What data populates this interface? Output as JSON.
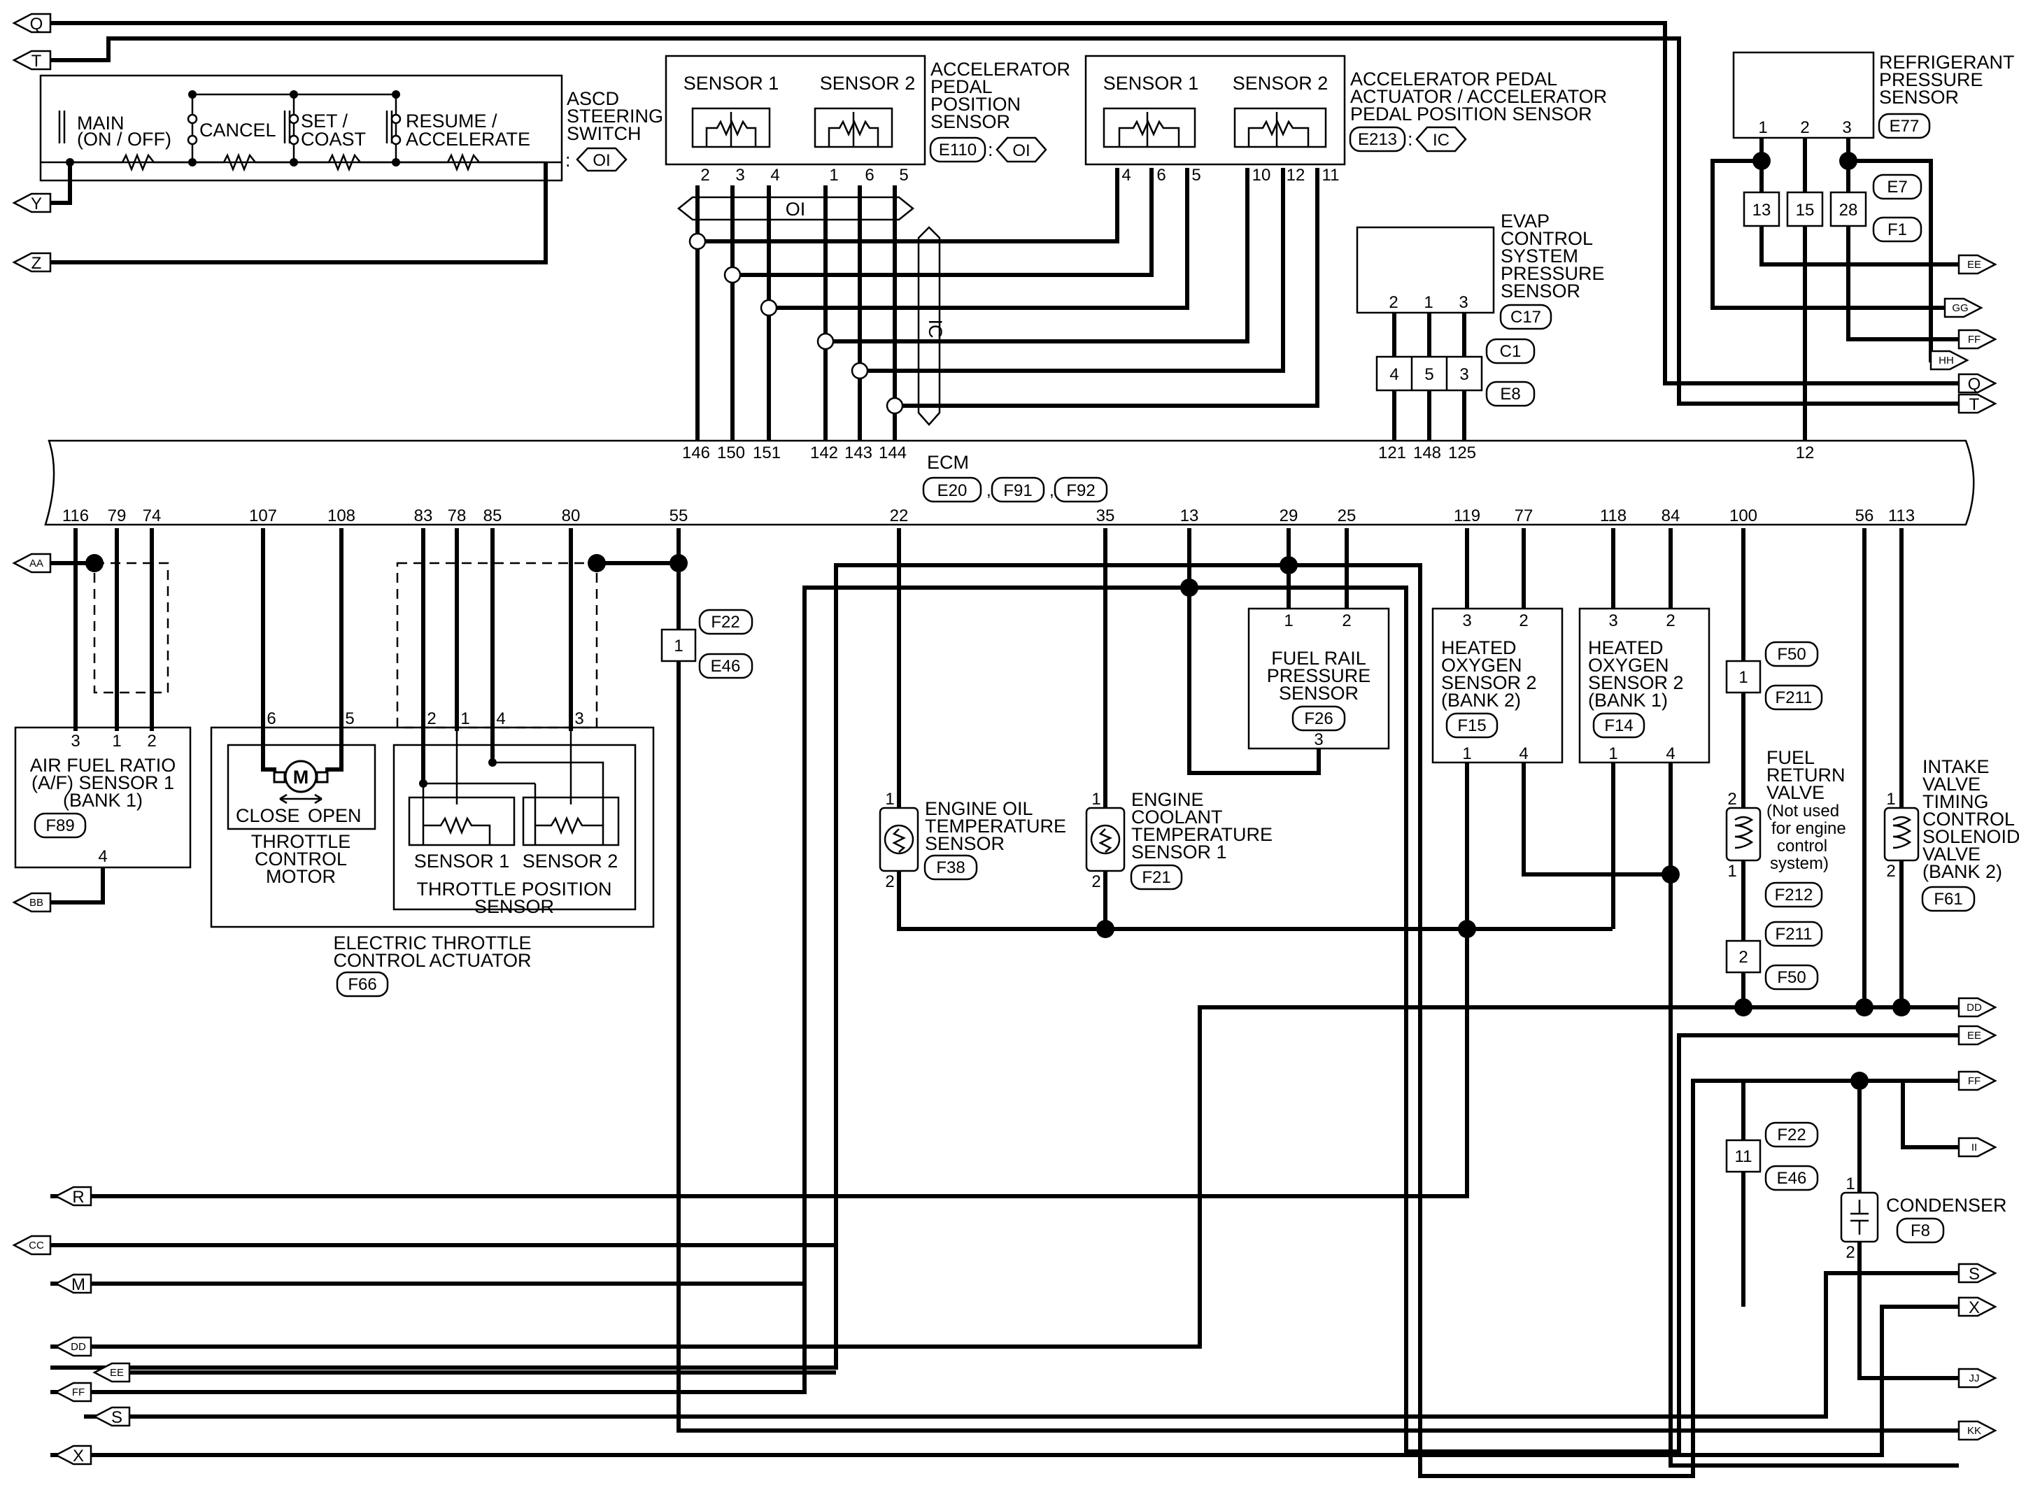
{
  "ecm": {
    "title": "ECM",
    "connectors": [
      "E20",
      "F91",
      "F92"
    ]
  },
  "ecm_top_pins": {
    "p146": "146",
    "p150": "150",
    "p151": "151",
    "p142": "142",
    "p143": "143",
    "p144": "144",
    "p121": "121",
    "p148": "148",
    "p125": "125",
    "p12": "12"
  },
  "ecm_bottom_pins": {
    "p116": "116",
    "p79": "79",
    "p74": "74",
    "p107": "107",
    "p108": "108",
    "p83": "83",
    "p78": "78",
    "p85": "85",
    "p80": "80",
    "p55": "55",
    "p22": "22",
    "p35": "35",
    "p13": "13",
    "p29": "29",
    "p25": "25",
    "p119": "119",
    "p77": "77",
    "p118": "118",
    "p84": "84",
    "p100": "100",
    "p56": "56",
    "p113": "113"
  },
  "ascd": {
    "title": [
      "ASCD",
      "STEERING",
      "SWITCH"
    ],
    "connector": "OI",
    "main": [
      "MAIN",
      "(ON / OFF)"
    ],
    "cancel": "CANCEL",
    "set": [
      "SET /",
      "COAST"
    ],
    "resume": [
      "RESUME /",
      "ACCELERATE"
    ]
  },
  "apps": {
    "title": [
      "ACCELERATOR",
      "PEDAL",
      "POSITION",
      "SENSOR"
    ],
    "connector": "E110",
    "connector2": "OI",
    "sensor1": "SENSOR 1",
    "sensor2": "SENSOR 2",
    "pins": [
      "2",
      "3",
      "4",
      "1",
      "6",
      "5"
    ]
  },
  "apa": {
    "title": [
      "ACCELERATOR PEDAL",
      "ACTUATOR / ACCELERATOR",
      "PEDAL POSITION SENSOR"
    ],
    "connector": "E213",
    "connector2": "IC",
    "sensor1": "SENSOR 1",
    "sensor2": "SENSOR 2",
    "pins": [
      "4",
      "6",
      "5",
      "10",
      "12",
      "11"
    ]
  },
  "oi_bar": "OI",
  "ic_bar": "IC",
  "evap": {
    "title": [
      "EVAP",
      "CONTROL",
      "SYSTEM",
      "PRESSURE",
      "SENSOR"
    ],
    "connector": "C17",
    "pins": [
      "2",
      "1",
      "3"
    ],
    "jc1": "C1",
    "jc2": "E8",
    "jpins": [
      "4",
      "5",
      "3"
    ]
  },
  "refrig": {
    "title": [
      "REFRIGERANT",
      "PRESSURE",
      "SENSOR"
    ],
    "connector": "E77",
    "pins": [
      "1",
      "2",
      "3"
    ],
    "jpins": [
      "13",
      "15",
      "28"
    ],
    "jc1": "E7",
    "jc2": "F1"
  },
  "af_sensor": {
    "title": [
      "AIR FUEL RATIO",
      "(A/F) SENSOR 1",
      "(BANK 1)"
    ],
    "connector": "F89",
    "pins": [
      "3",
      "1",
      "2",
      "4"
    ]
  },
  "throttle_motor": {
    "title": [
      "THROTTLE",
      "CONTROL",
      "MOTOR"
    ],
    "motor": "M",
    "close": "CLOSE",
    "open": "OPEN",
    "pins": [
      "6",
      "5"
    ]
  },
  "tps": {
    "title": [
      "THROTTLE POSITION",
      "SENSOR"
    ],
    "sensor1": "SENSOR 1",
    "sensor2": "SENSOR 2",
    "pins": [
      "2",
      "1",
      "4",
      "3"
    ]
  },
  "etca": {
    "title": [
      "ELECTRIC THROTTLE",
      "CONTROL ACTUATOR"
    ],
    "connector": "F66"
  },
  "joint_55": {
    "pin": "1",
    "c1": "F22",
    "c2": "E46"
  },
  "oil_temp": {
    "title": [
      "ENGINE OIL",
      "TEMPERATURE",
      "SENSOR"
    ],
    "connector": "F38",
    "pins": [
      "1",
      "2"
    ]
  },
  "coolant": {
    "title": [
      "ENGINE",
      "COOLANT",
      "TEMPERATURE",
      "SENSOR 1"
    ],
    "connector": "F21",
    "pins": [
      "1",
      "2"
    ]
  },
  "frp": {
    "title": [
      "FUEL RAIL",
      "PRESSURE",
      "SENSOR"
    ],
    "connector": "F26",
    "pins": [
      "1",
      "2",
      "3"
    ]
  },
  "ho2_b2": {
    "title": [
      "HEATED",
      "OXYGEN",
      "SENSOR 2",
      "(BANK 2)"
    ],
    "connector": "F15",
    "pins": [
      "3",
      "2",
      "1",
      "4"
    ]
  },
  "ho2_b1": {
    "title": [
      "HEATED",
      "OXYGEN",
      "SENSOR 2",
      "(BANK 1)"
    ],
    "connector": "F14",
    "pins": [
      "3",
      "2",
      "1",
      "4"
    ]
  },
  "frv": {
    "title": [
      "FUEL",
      "RETURN",
      "VALVE",
      "(Not used",
      "for engine",
      "control",
      "system)"
    ],
    "connector": "F212",
    "pins": [
      "2",
      "1"
    ],
    "j1": "1",
    "j1c1": "F50",
    "j1c2": "F211",
    "j2": "2",
    "j2c1": "F211",
    "j2c2": "F50"
  },
  "ivtc": {
    "title": [
      "INTAKE",
      "VALVE",
      "TIMING",
      "CONTROL",
      "SOLENOID",
      "VALVE",
      "(BANK 2)"
    ],
    "connector": "F61",
    "pins": [
      "1",
      "2"
    ]
  },
  "condenser": {
    "title": "CONDENSER",
    "connector": "F8",
    "pins": [
      "1",
      "2"
    ]
  },
  "joint_11": {
    "pin": "11",
    "c1": "F22",
    "c2": "E46"
  },
  "arrows": {
    "Q": "Q",
    "T": "T",
    "Y": "Y",
    "Z": "Z",
    "AA": "AA",
    "BB": "BB",
    "R": "R",
    "CC": "CC",
    "M": "M",
    "DD": "DD",
    "EE": "EE",
    "FF": "FF",
    "S": "S",
    "X": "X",
    "GG": "GG",
    "HH": "HH",
    "II": "II",
    "JJ": "JJ",
    "KK": "KK"
  }
}
